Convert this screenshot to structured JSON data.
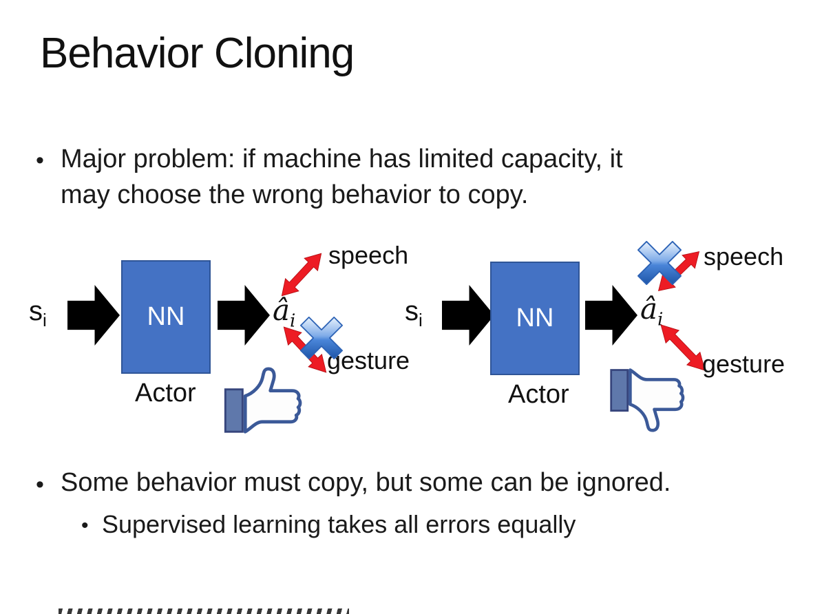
{
  "slide": {
    "title": "Behavior Cloning",
    "glyphs": {
      "bullet": "•"
    },
    "bullet1": {
      "line1": "Major problem: if machine has limited capacity, it",
      "line2": "may choose the wrong behavior to copy."
    },
    "bullet2": {
      "text": "Some behavior must copy, but some can be ignored."
    },
    "bullet2_sub": {
      "text": "Supervised learning takes all errors equally"
    },
    "diagram_left": {
      "input": {
        "base": "s",
        "sub": "i"
      },
      "nn": "NN",
      "actor": "Actor",
      "output": {
        "base": "â",
        "sub": "i"
      },
      "speech": "speech",
      "gesture": "gesture",
      "crossed_out": "gesture",
      "feedback": "thumbs-up"
    },
    "diagram_right": {
      "input": {
        "base": "s",
        "sub": "i"
      },
      "nn": "NN",
      "actor": "Actor",
      "output": {
        "base": "â",
        "sub": "i"
      },
      "speech": "speech",
      "gesture": "gesture",
      "crossed_out": "speech",
      "feedback": "thumbs-down"
    },
    "colors": {
      "nn_box": "#4472c4",
      "nn_box_border": "#2f5597",
      "block_arrow": "#000000",
      "double_arrow_red": "#ed1c24",
      "cross_blue_dark": "#1d55a8",
      "cross_blue_light": "#e8f2fd",
      "thumb_outline": "#3b5998",
      "thumb_sleeve": "#5f78ab",
      "text": "#1a1a1a"
    }
  }
}
